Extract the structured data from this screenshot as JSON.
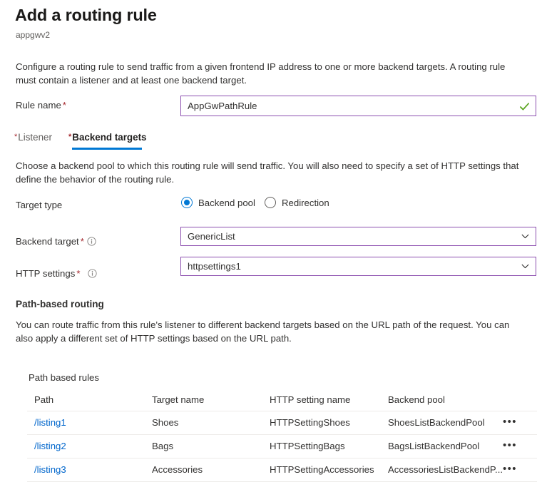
{
  "header": {
    "title": "Add a routing rule",
    "subtitle": "appgwv2"
  },
  "intro": "Configure a routing rule to send traffic from a given frontend IP address to one or more backend targets. A routing rule must contain a listener and at least one backend target.",
  "rule_name": {
    "label": "Rule name",
    "required_mark": "*",
    "value": "AppGwPathRule",
    "validation_icon": "checkmark-icon",
    "valid_color": "#5ea624",
    "border_color": "#8c4faf"
  },
  "tabs": [
    {
      "label": "Listener",
      "required_mark": "*",
      "active": false
    },
    {
      "label": "Backend targets",
      "required_mark": "*",
      "active": true
    }
  ],
  "tab_accent_color": "#0078d4",
  "backend_description": "Choose a backend pool to which this routing rule will send traffic. You will also need to specify a set of HTTP settings that define the behavior of the routing rule.",
  "target_type": {
    "label": "Target type",
    "options": [
      {
        "label": "Backend pool",
        "selected": true
      },
      {
        "label": "Redirection",
        "selected": false
      }
    ]
  },
  "backend_target": {
    "label": "Backend target",
    "required_mark": "*",
    "info_icon": "info-icon",
    "value": "GenericList",
    "chevron_icon": "chevron-down-icon"
  },
  "http_settings": {
    "label": "HTTP settings",
    "required_mark": "*",
    "info_icon": "info-icon",
    "value": "httpsettings1",
    "chevron_icon": "chevron-down-icon"
  },
  "path_based_routing": {
    "heading": "Path-based routing",
    "description": "You can route traffic from this rule's listener to different backend targets based on the URL path of the request. You can also apply a different set of HTTP settings based on the URL path.",
    "table_caption": "Path based rules",
    "columns": [
      "Path",
      "Target name",
      "HTTP setting name",
      "Backend pool"
    ],
    "rows": [
      {
        "path": "/listing1",
        "target_name": "Shoes",
        "http_setting_name": "HTTPSettingShoes",
        "backend_pool": "ShoesListBackendPool",
        "menu_icon": "more-options-icon"
      },
      {
        "path": "/listing2",
        "target_name": "Bags",
        "http_setting_name": "HTTPSettingBags",
        "backend_pool": "BagsListBackendPool",
        "menu_icon": "more-options-icon"
      },
      {
        "path": "/listing3",
        "target_name": "Accessories",
        "http_setting_name": "HTTPSettingAccessories",
        "backend_pool": "AccessoriesListBackendP...",
        "menu_icon": "more-options-icon"
      }
    ]
  },
  "colors": {
    "link": "#0066cc",
    "required": "#a4262c",
    "accent": "#0078d4",
    "field_border": "#8c4faf"
  },
  "menu_glyph": "•••"
}
